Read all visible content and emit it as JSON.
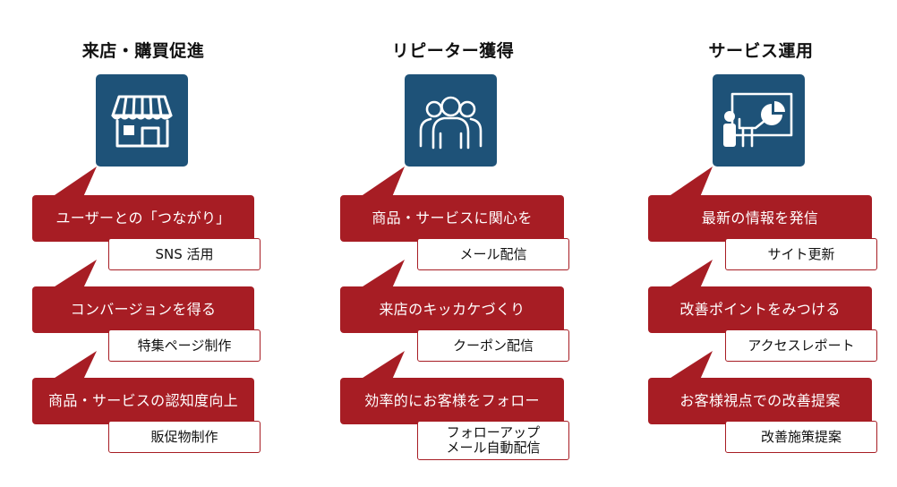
{
  "columns": [
    {
      "title": "来店・購買促進",
      "icon": "store-icon",
      "items": [
        {
          "label": "ユーザーとの「つながり」",
          "sub": "SNS 活用"
        },
        {
          "label": "コンバージョンを得る",
          "sub": "特集ページ制作"
        },
        {
          "label": "商品・サービスの認知度向上",
          "sub": "販促物制作"
        }
      ]
    },
    {
      "title": "リピーター獲得",
      "icon": "people-group-icon",
      "items": [
        {
          "label": "商品・サービスに関心を",
          "sub": "メール配信"
        },
        {
          "label": "来店のキッカケづくり",
          "sub": "クーポン配信"
        },
        {
          "label": "効率的にお客様をフォロー",
          "sub": "フォローアップ\nメール自動配信"
        }
      ]
    },
    {
      "title": "サービス運用",
      "icon": "presentation-report-icon",
      "items": [
        {
          "label": "最新の情報を発信",
          "sub": "サイト更新"
        },
        {
          "label": "改善ポイントをみつける",
          "sub": "アクセスレポート"
        },
        {
          "label": "お客様視点での改善提案",
          "sub": "改善施策提案"
        }
      ]
    }
  ],
  "colors": {
    "bubble": "#a71d24",
    "icon_bg": "#1e5278",
    "sub_border": "#a71d24"
  }
}
